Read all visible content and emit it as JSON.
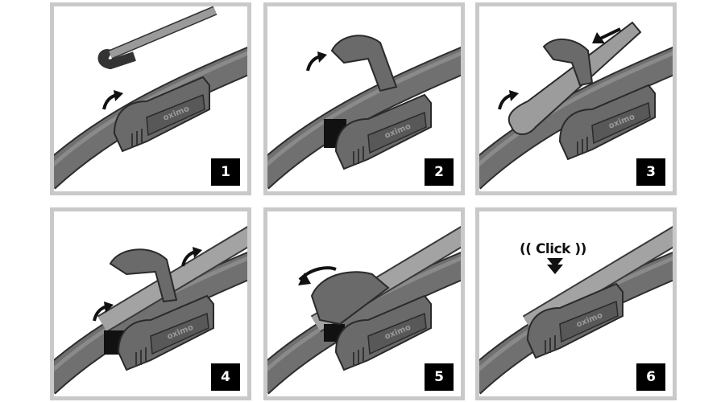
{
  "brand_label": "oximo",
  "steps": [
    {
      "number": "1"
    },
    {
      "number": "2"
    },
    {
      "number": "3"
    },
    {
      "number": "4"
    },
    {
      "number": "5"
    },
    {
      "number": "6",
      "label": "(( Click ))"
    }
  ],
  "colors": {
    "frame": "#c9c9c9",
    "blade": "#6e6e6e",
    "blade_dark": "#3a3a3a",
    "arm": "#9a9a9a",
    "badge": "#000000"
  }
}
